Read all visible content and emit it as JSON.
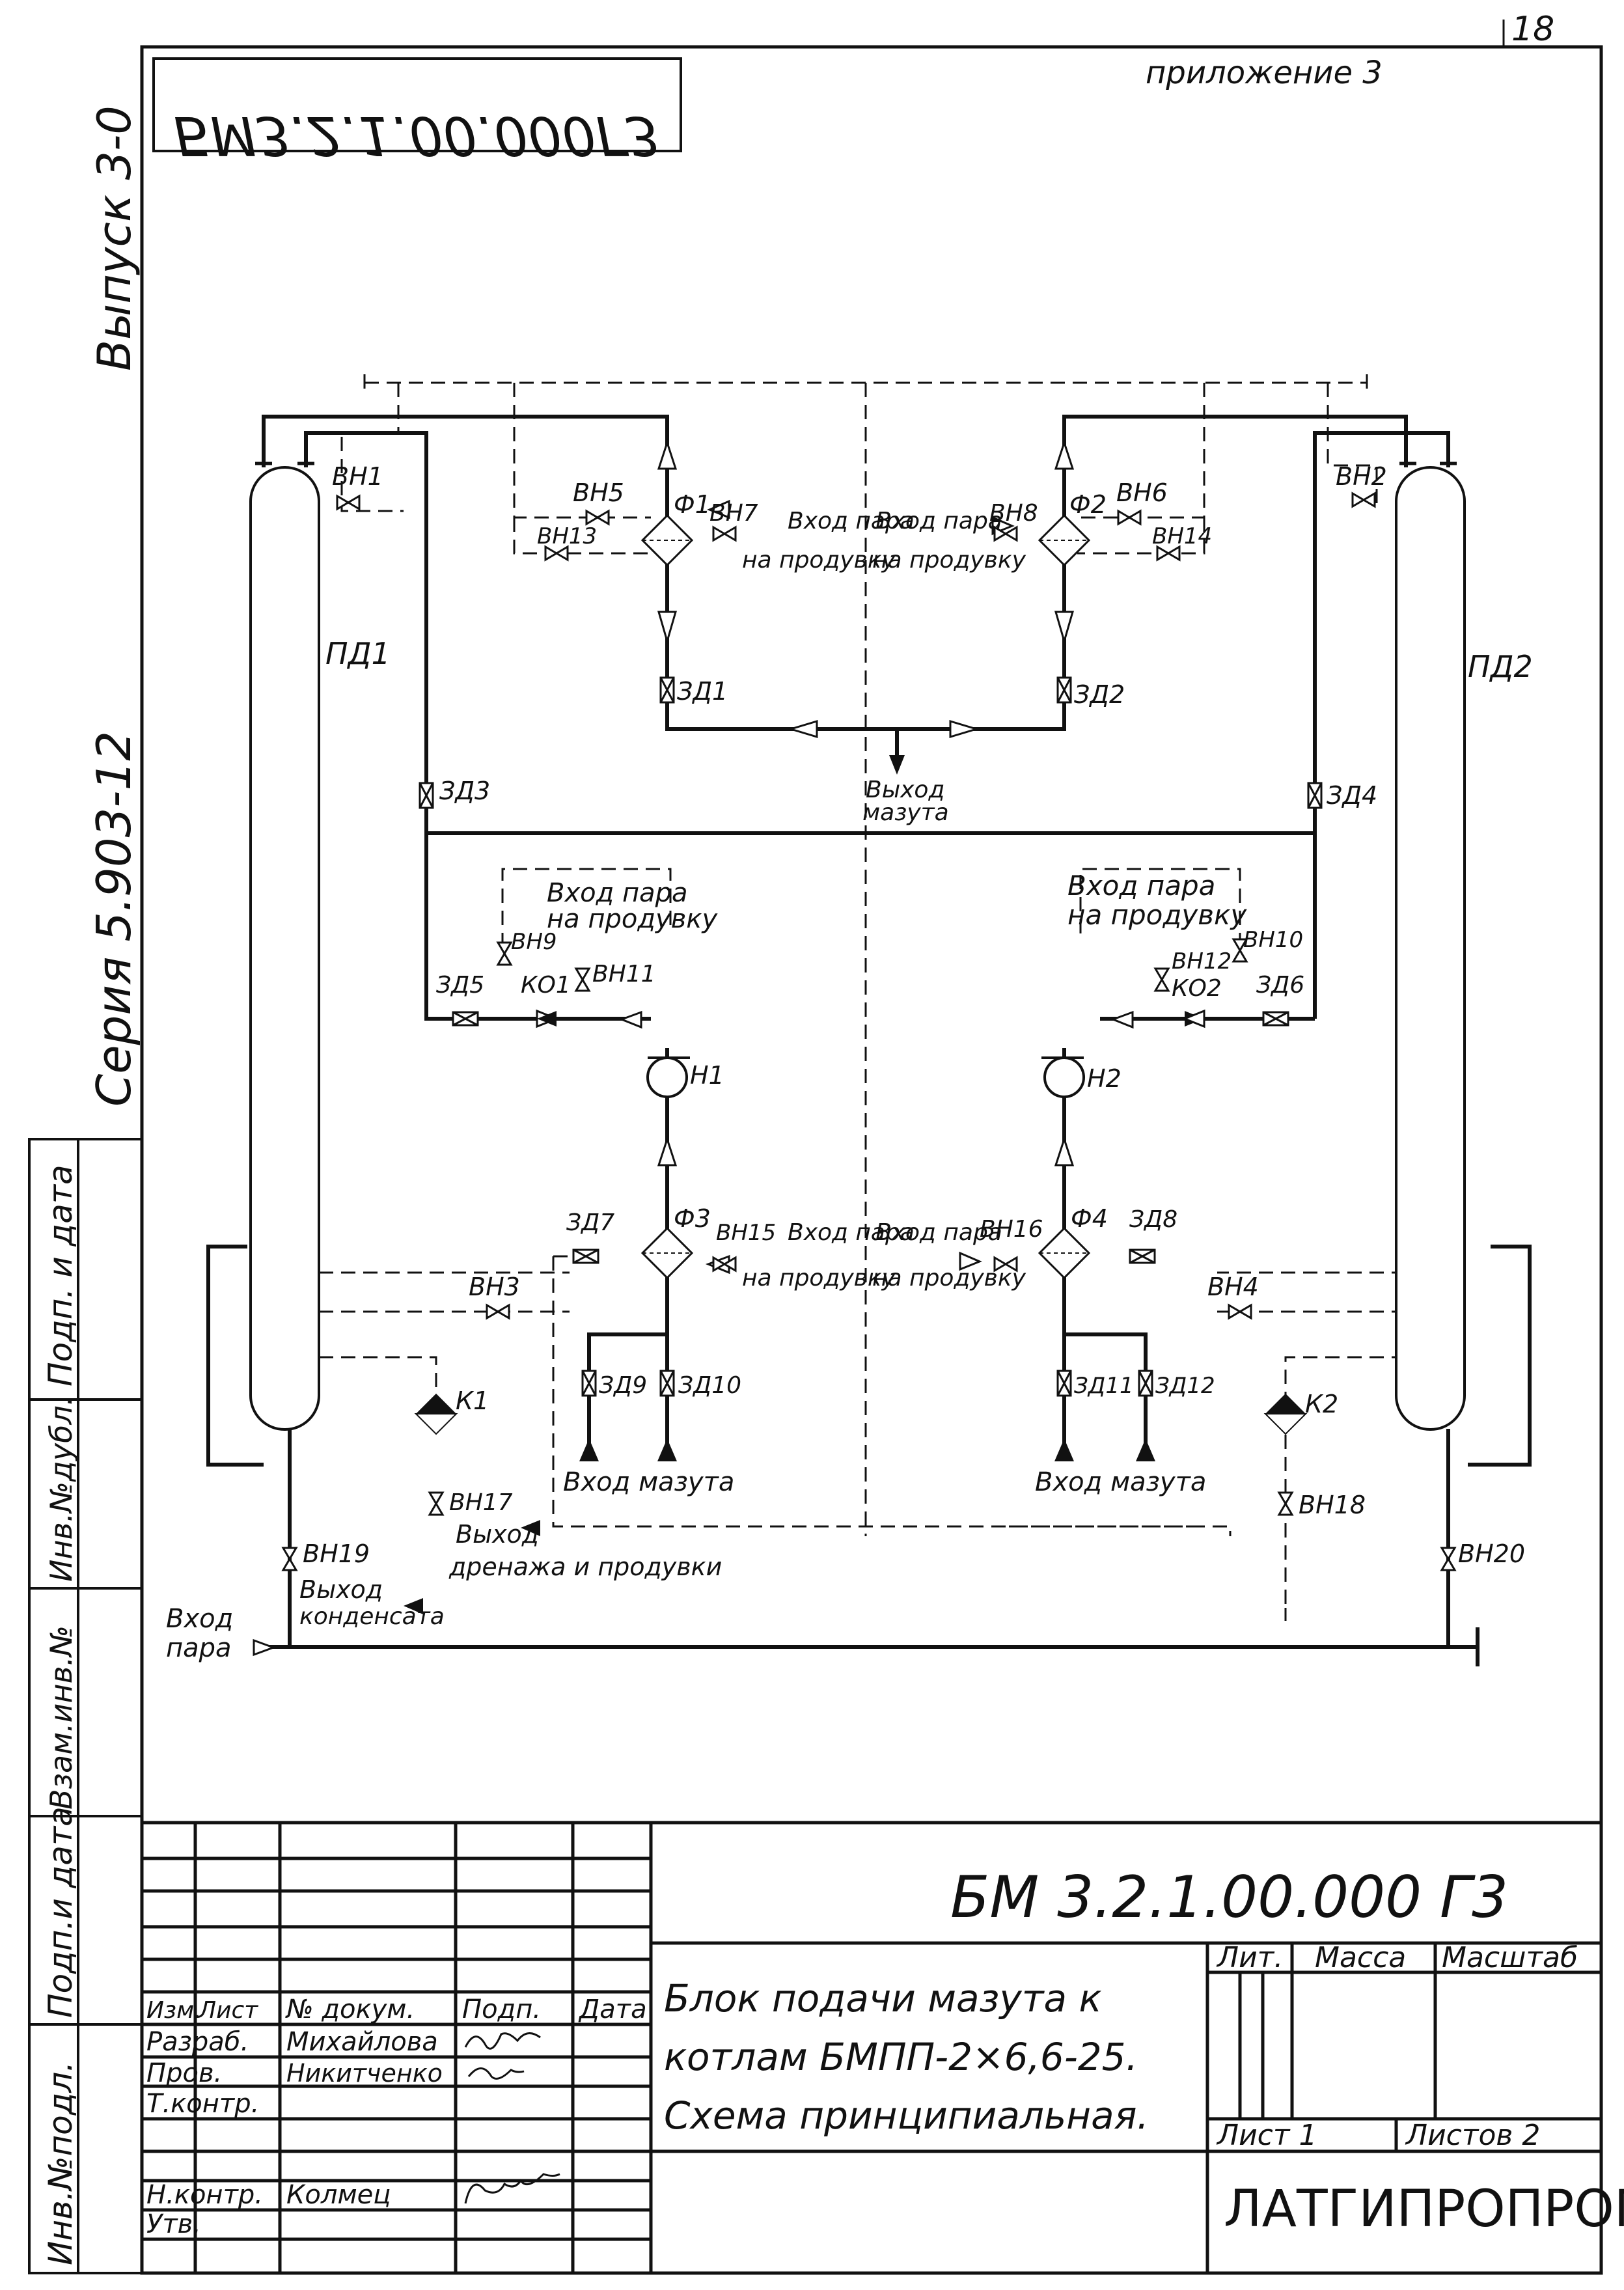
{
  "sheet": {
    "sheet_number": "18",
    "appendix_label": "приложение 3",
    "mirrored_code": "БМ3.2.1.00.000Г3",
    "margin_issue": "Выпуск 3-0",
    "margin_series": "Серия 5.903-12",
    "margin_fields": [
      "Инв.№подл.",
      "Подп.и дата",
      "Взам.инв.№",
      "Инв.№дубл.",
      "Подп. и дата"
    ]
  },
  "diagram": {
    "vessels": [
      "ПД1",
      "ПД2"
    ],
    "filters": [
      "Ф1",
      "Ф2",
      "Ф3",
      "Ф4"
    ],
    "pumps": [
      "Н1",
      "Н2"
    ],
    "checks": [
      "КО1",
      "КО2"
    ],
    "traps": [
      "К1",
      "К2"
    ],
    "valves": [
      "ВН1",
      "ВН2",
      "ВН3",
      "ВН4",
      "ВН5",
      "ВН6",
      "ВН7",
      "ВН8",
      "ВН9",
      "ВН10",
      "ВН11",
      "ВН12",
      "ВН13",
      "ВН14",
      "ВН15",
      "ВН16",
      "ВН17",
      "ВН18",
      "ВН19",
      "ВН20"
    ],
    "gates": [
      "ЗД1",
      "ЗД2",
      "ЗД3",
      "ЗД4",
      "ЗД5",
      "ЗД6",
      "ЗД7",
      "ЗД8",
      "ЗД9",
      "ЗД10",
      "ЗД11",
      "ЗД12"
    ],
    "steam_in_l1": "Вход пара",
    "steam_in_l2": "на продувку",
    "fuel_out_l1": "Выход",
    "fuel_out_l2": "мазута",
    "fuel_in": "Вход мазута",
    "drain_l1": "Выход",
    "drain_l2": "дренажа и продувки",
    "cond_l1": "Выход",
    "cond_l2": "конденсата",
    "steam_main_l1": "Вход",
    "steam_main_l2": "пара"
  },
  "title_block": {
    "code": "БМ 3.2.1.00.000 Г3",
    "title_lines": [
      "Блок подачи мазута к",
      "котлам БМПП-2×6,6-25.",
      "Схема принципиальная."
    ],
    "col_headers": [
      "Изм.",
      "Лист",
      "№ докум.",
      "Подп.",
      "Дата"
    ],
    "rows": [
      {
        "role": "Разраб.",
        "name": "Михайлова"
      },
      {
        "role": "Пров.",
        "name": "Никитченко"
      },
      {
        "role": "Т.контр.",
        "name": ""
      },
      {
        "role": "",
        "name": ""
      },
      {
        "role": "Н.контр.",
        "name": "Колмец"
      },
      {
        "role": "Утв.",
        "name": ""
      }
    ],
    "lit_label": "Лит.",
    "mass_label": "Масса",
    "scale_label": "Масштаб",
    "sheet_label": "Лист 1",
    "sheets_label": "Листов 2",
    "org": "ЛАТГИПРОПРОМ"
  }
}
